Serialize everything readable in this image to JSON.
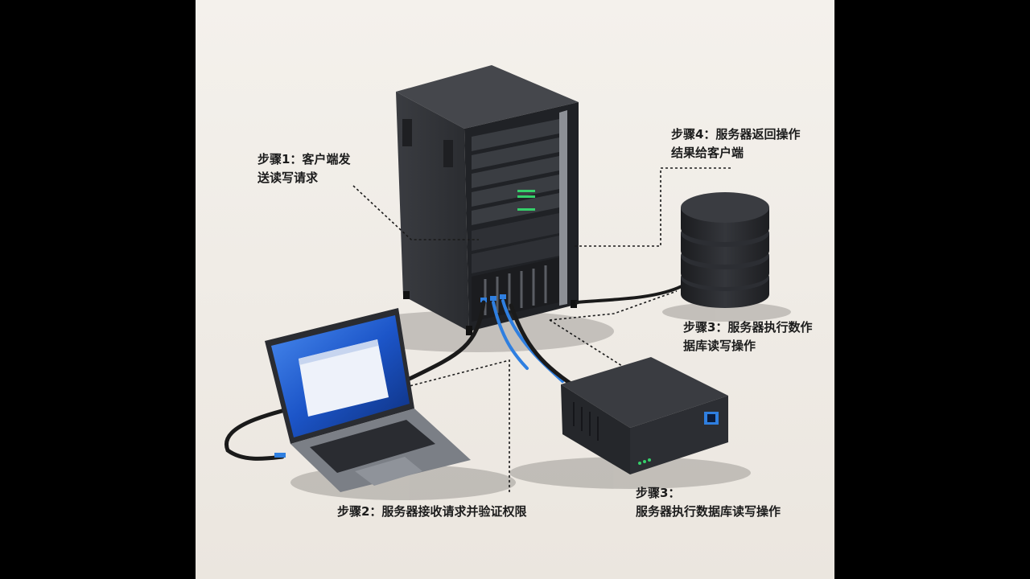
{
  "annotations": {
    "step1": "步骤1：客户端发\n送读写请求",
    "step2": "步骤2：服务器接收请求并验证权限",
    "step3_db": "步骤3：服务器执行数作\n据库读写操作",
    "step3_box": "步骤3：\n服务器执行数据库读写操作",
    "step4": "步骤4：服务器返回操作\n结果给客户端"
  },
  "colors": {
    "background": "#efebe5",
    "rack": "#2b2d31",
    "cable_blue": "#2f7fe0",
    "cable_black": "#1a1a1a",
    "led_green": "#35d06a",
    "db": "#25272b",
    "laptop_body": "#6b6e75",
    "screen_blue": "#1c55c8"
  },
  "icons": [
    "server-rack-icon",
    "database-icon",
    "laptop-icon",
    "network-device-icon"
  ]
}
